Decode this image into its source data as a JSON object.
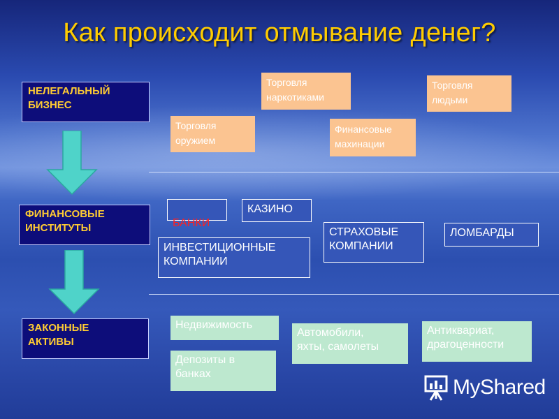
{
  "title": "Как происходит отмывание денег?",
  "colors": {
    "title": "#ffcc00",
    "category_bg": "#0d0d7a",
    "category_text": "#ffcc33",
    "activity_bg": "#fbc491",
    "institution_bg": "#3556b8",
    "asset_bg": "#bde8cf",
    "arrow": "#4fd3c9",
    "highlight_text": "#ff2020"
  },
  "categories": {
    "illegal": "НЕЛЕГАЛЬНЫЙ\nБИЗНЕС",
    "financial": "ФИНАНСОВЫЕ\nИНСТИТУТЫ",
    "legal": "ЗАКОННЫЕ\nАКТИВЫ"
  },
  "illegal_activities": {
    "weapons": "Торговля\n оружием",
    "drugs": "Торговля\n наркотиками",
    "fraud": "Финансовые\nмахинации",
    "people": "Торговля\n людьми"
  },
  "institutions": {
    "banks": "БАНКИ",
    "casino": "КАЗИНО",
    "investment": "ИНВЕСТИЦИОННЫЕ\nКОМПАНИИ",
    "insurance": "СТРАХОВЫЕ\nКОМПАНИИ",
    "pawnshops": "ЛОМБАРДЫ"
  },
  "assets": {
    "real_estate": "Недвижимость",
    "deposits": "Депозиты в\nбанках",
    "vehicles": "Автомобили,\nяхты, самолеты",
    "antiques": "Антиквариат,\nдрагоценности"
  },
  "watermark": {
    "icon": "presentation-board-icon",
    "text": "MyShared"
  }
}
